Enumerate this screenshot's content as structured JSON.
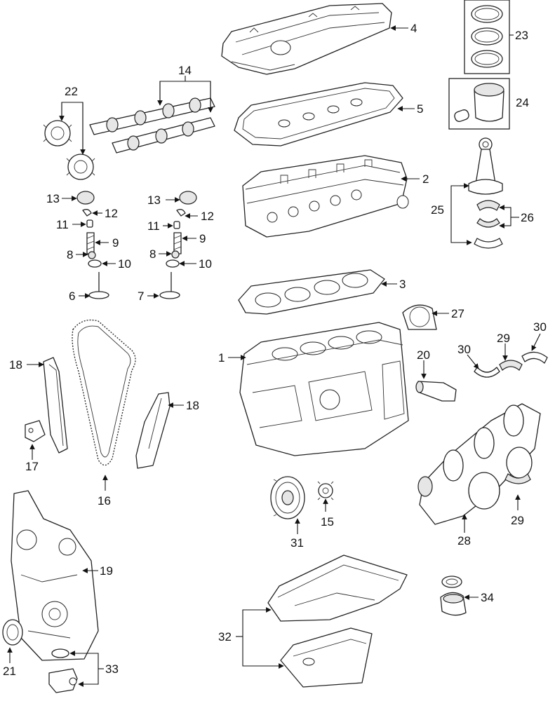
{
  "diagram": {
    "callouts": {
      "c1": "1",
      "c2": "2",
      "c3": "3",
      "c4": "4",
      "c5": "5",
      "c6": "6",
      "c7": "7",
      "c8a": "8",
      "c8b": "8",
      "c9a": "9",
      "c9b": "9",
      "c10a": "10",
      "c10b": "10",
      "c11a": "11",
      "c11b": "11",
      "c12a": "12",
      "c12b": "12",
      "c13a": "13",
      "c13b": "13",
      "c14": "14",
      "c15": "15",
      "c16": "16",
      "c17": "17",
      "c18a": "18",
      "c18b": "18",
      "c19": "19",
      "c20": "20",
      "c21": "21",
      "c22": "22",
      "c23": "23",
      "c24": "24",
      "c25": "25",
      "c26": "26",
      "c27": "27",
      "c28": "28",
      "c29a": "29",
      "c29b": "29",
      "c30a": "30",
      "c30b": "30",
      "c31": "31",
      "c32": "32",
      "c33": "33",
      "c34": "34"
    }
  }
}
